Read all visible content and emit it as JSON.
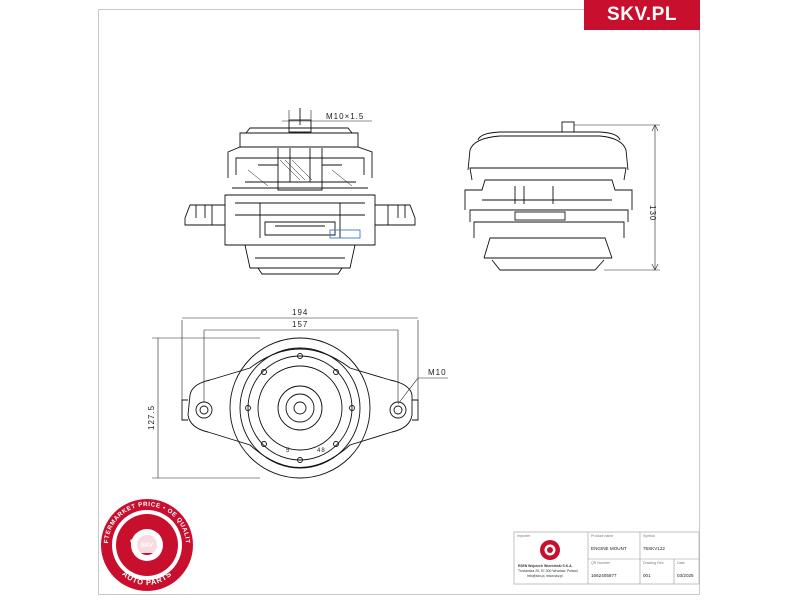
{
  "brand": {
    "logo_text": "SKV.PL",
    "seal_text": "AFTERMARKET PRICE • OE QUALITY",
    "seal_center": "SKV",
    "seal_bottom": "AUTO PARTS",
    "accent": "#c8102e"
  },
  "dimensions": {
    "thread_top": "M10×1.5",
    "height": "130",
    "width_outer": "194",
    "width_inner": "157",
    "depth": "127.5",
    "thread_side": "M10",
    "small_a": "5",
    "small_b": "48"
  },
  "title_block": {
    "importer_label": "Importer",
    "importer_name": "ESEN Wojciech Wrzesiński S.K.A.",
    "importer_address": "Trzciańska 25, 57-300 Wrocław, Poland",
    "importer_contact": "info@skv.pl, www.skv.pl",
    "product_label": "Product name",
    "product_value": "ENGINE MOUNT",
    "symbol_label": "Symbol",
    "symbol_value": "75SKV122",
    "qr_label": "QR Number",
    "qr_value": "1662405877",
    "revision_label": "Drawing Rev.",
    "revision_value": "001",
    "date_label": "Date",
    "date_value": "03/2025"
  }
}
